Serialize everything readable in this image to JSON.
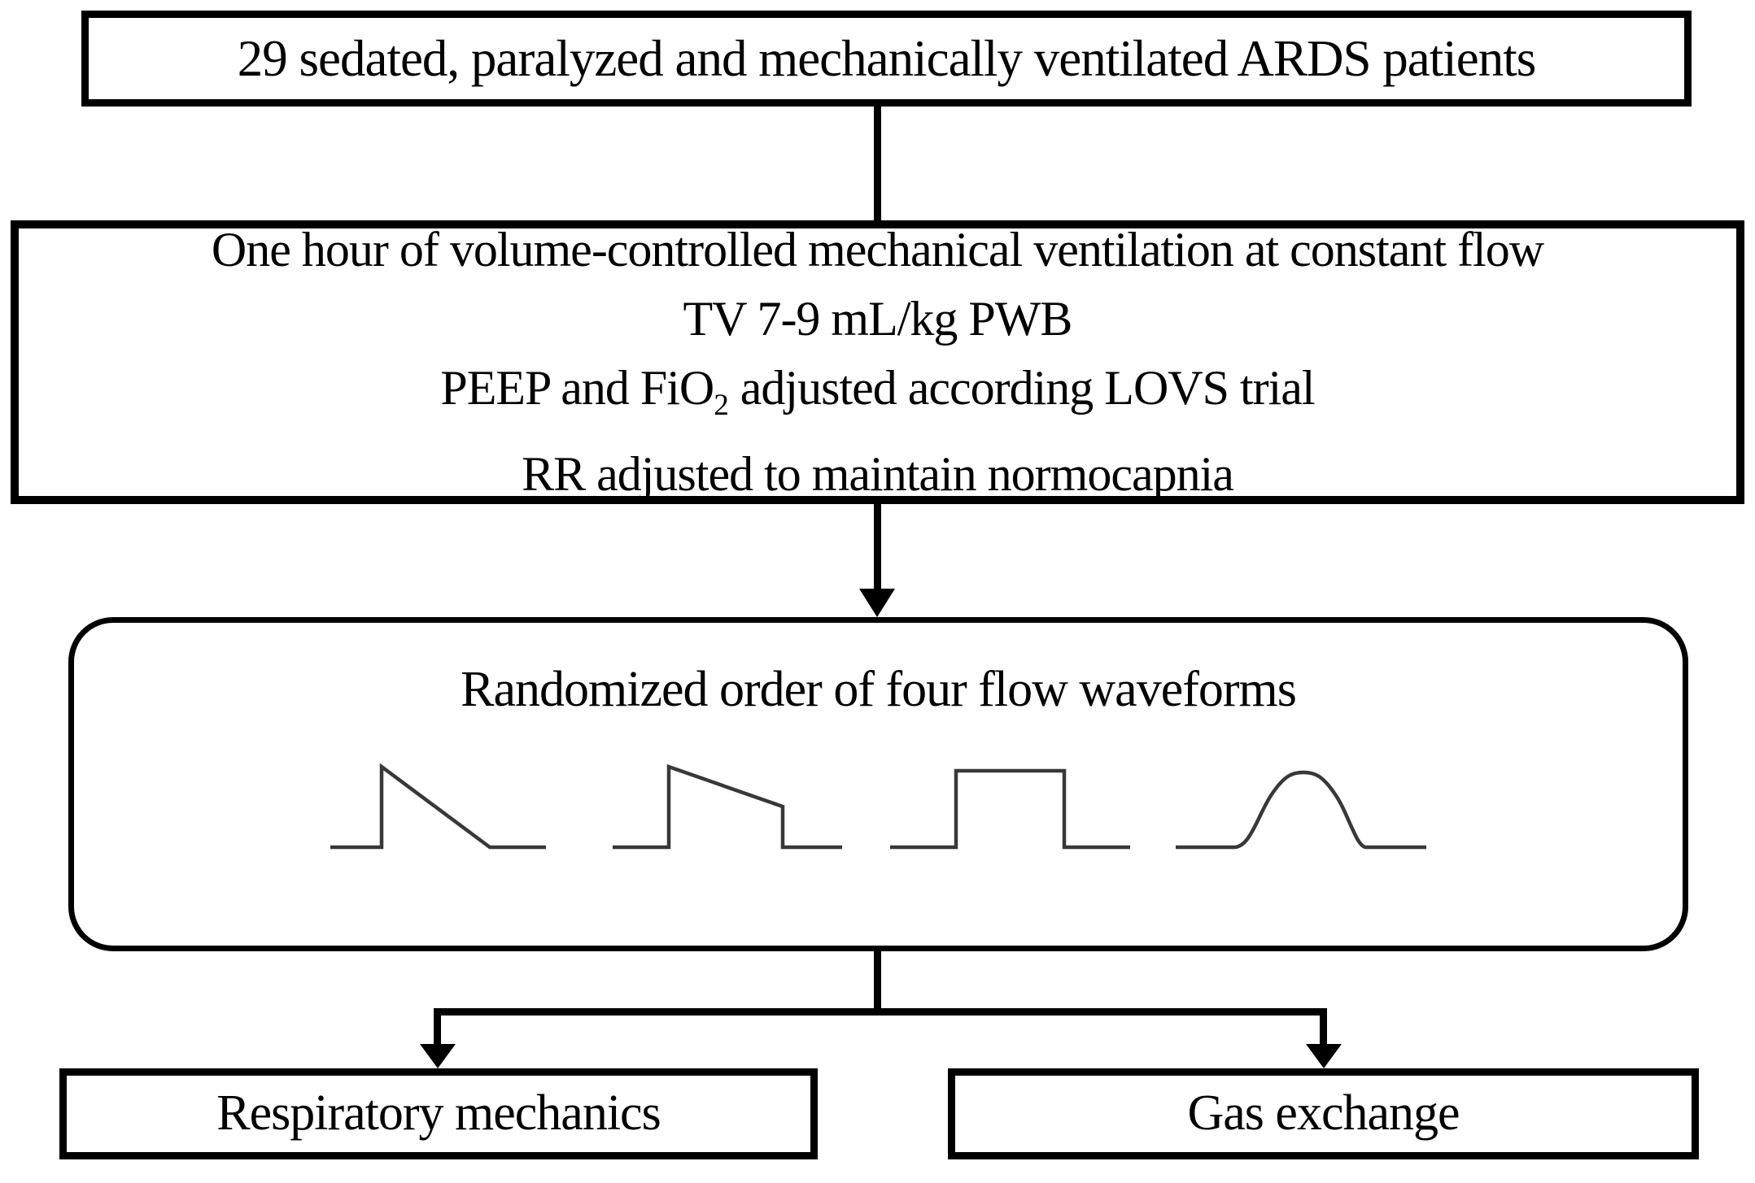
{
  "flowchart": {
    "box_patients": {
      "text": "29 sedated, paralyzed and mechanically ventilated ARDS patients"
    },
    "box_protocol": {
      "line1": "One hour of volume-controlled mechanical ventilation at constant flow",
      "line2": "TV 7-9 mL/kg PWB",
      "line3": {
        "pre": "PEEP and FiO",
        "sub": "2",
        "post": " adjusted according LOVS trial"
      },
      "line4": "RR adjusted to maintain normocapnia"
    },
    "box_randomized": {
      "title": "Randomized order of four flow waveforms",
      "waveforms": [
        {
          "name": "descending-ramp-waveform"
        },
        {
          "name": "truncated-descending-ramp-waveform"
        },
        {
          "name": "square-waveform"
        },
        {
          "name": "sinusoidal-waveform"
        }
      ]
    },
    "box_outcome_left": {
      "text": "Respiratory mechanics"
    },
    "box_outcome_right": {
      "text": "Gas exchange"
    },
    "colors": {
      "border": "#000000",
      "waveform_stroke": "#383838",
      "background": "#ffffff"
    }
  }
}
